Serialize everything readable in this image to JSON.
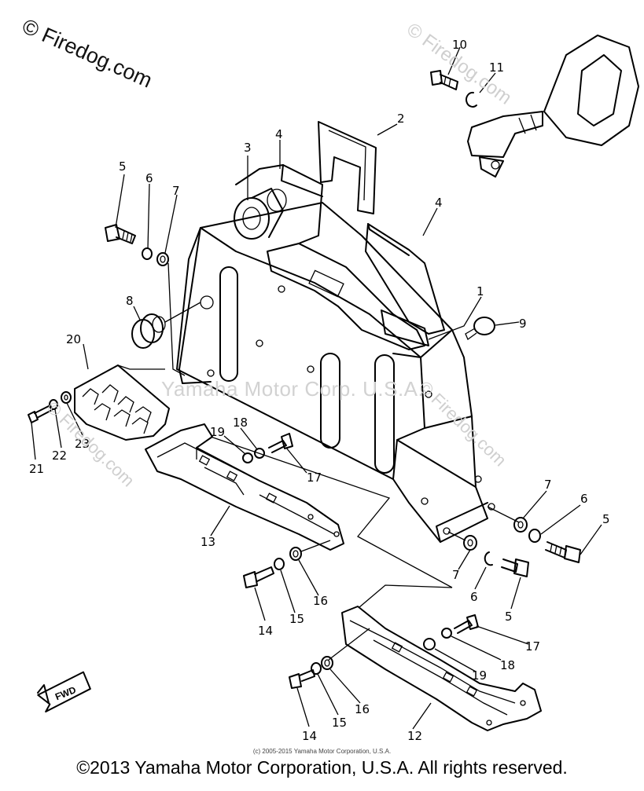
{
  "watermarks": {
    "top_left": "© Firedog.com",
    "diagonal": "© Firedog.com",
    "center": "Yamaha Motor Corp. U.S.A."
  },
  "credit_small": "(c) 2005-2015 Yamaha Motor Corporation, U.S.A.",
  "copyright_footer": "©2013 Yamaha Motor Corporation, U.S.A. All rights reserved.",
  "fwd_label": "FWD",
  "callouts": [
    "1",
    "2",
    "3",
    "4",
    "4",
    "5",
    "6",
    "7",
    "8",
    "9",
    "10",
    "11",
    "20",
    "21",
    "22",
    "23",
    "13",
    "19",
    "18",
    "17",
    "7",
    "6",
    "5",
    "7",
    "6",
    "5",
    "14",
    "15",
    "16",
    "17",
    "18",
    "19",
    "14",
    "15",
    "16",
    "12"
  ]
}
